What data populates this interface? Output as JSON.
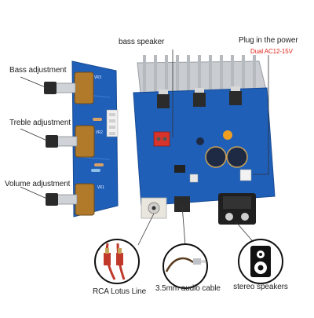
{
  "labels": {
    "bass_speaker": "bass speaker",
    "plug_in_power": "Plug in the power",
    "power_spec": "Dual AC12-15V",
    "bass_adjustment": "Bass adjustment",
    "treble_adjustment": "Treble adjustment",
    "volume_adjustment": "Volume adjustment",
    "rca_lotus_line": "RCA Lotus Line",
    "audio_cable": "3.5mm audio cable",
    "stereo_speakers": "stereo speakers"
  },
  "colors": {
    "pcb": "#1f5fb8",
    "pcb_dark": "#174a92",
    "heatsink": "#c9ccd0",
    "accent_red": "#e0261c",
    "knob": "#2a2a2a",
    "pot_body": "#b07a2a"
  },
  "icons": {
    "rca_cable": "rca-cable-icon",
    "audio_jack": "audio-jack-icon",
    "speaker": "speaker-icon"
  }
}
